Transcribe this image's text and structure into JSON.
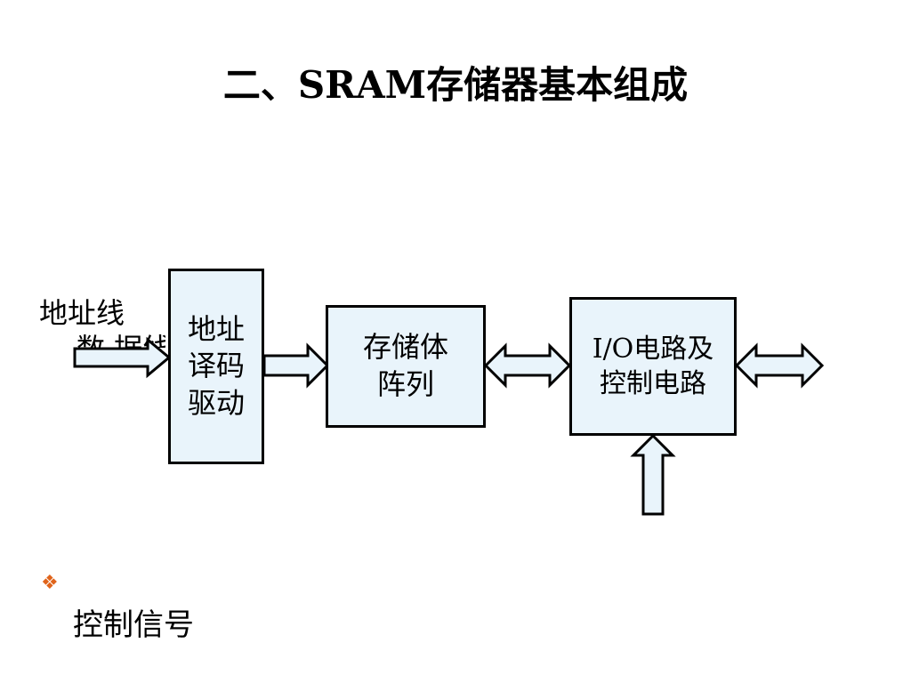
{
  "title": "二、SRAM存储器基本组成",
  "labels": {
    "address_line": "地址线",
    "data_line": "数 据线",
    "control_signal": "控制信号"
  },
  "blocks": {
    "decoder": [
      "地址",
      "译码",
      "驱动"
    ],
    "array": [
      "存储体",
      "阵列"
    ],
    "io": [
      "I/O电路及",
      "控制电路"
    ]
  },
  "colors": {
    "block_fill": "#e9f4fb",
    "bullet": "#e0641b"
  },
  "icons": {
    "bullet": "diamond-bullet-icon"
  }
}
